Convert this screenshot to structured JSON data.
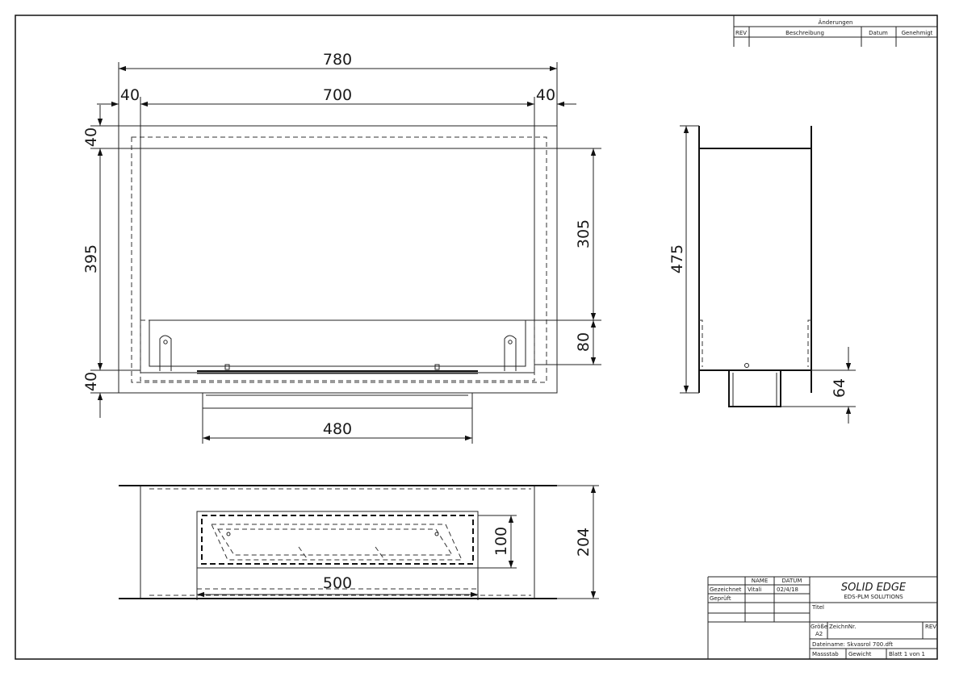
{
  "front_view": {
    "dim_overall_width": "780",
    "dim_inner_width": "700",
    "dim_left_margin": "40",
    "dim_right_margin": "40",
    "dim_top_margin": "40",
    "dim_height": "395",
    "dim_bottom_margin": "40",
    "dim_upper_height": "305",
    "dim_burner_height": "80",
    "dim_base_width": "480"
  },
  "side_view": {
    "dim_height": "475",
    "dim_foot_height": "64"
  },
  "top_view": {
    "dim_depth": "204",
    "dim_burner_depth": "100",
    "dim_burner_width": "500"
  },
  "revision_block": {
    "title": "Änderungen",
    "col_rev": "REV",
    "col_description": "Beschreibung",
    "col_date": "Datum",
    "col_approved": "Genehmigt"
  },
  "title_block": {
    "col_name": "NAME",
    "col_date": "DATUM",
    "row_drawn": "Gezeichnet",
    "drawn_name": "Vitali",
    "drawn_date": "02/4/18",
    "row_checked": "Geprüft",
    "logo": "SOLID EDGE",
    "logo_sub": "EDS-PLM SOLUTIONS",
    "title_label": "Titel",
    "size_label": "Größe",
    "size_value": "A2",
    "drawing_no_label": "ZeichnNr.",
    "rev_label": "REV",
    "file_name": "Dateiname: Skvasrol 700.dft",
    "scale_label": "Massstab",
    "weight_label": "Gewicht",
    "sheet_label": "Blatt 1 von 1"
  }
}
